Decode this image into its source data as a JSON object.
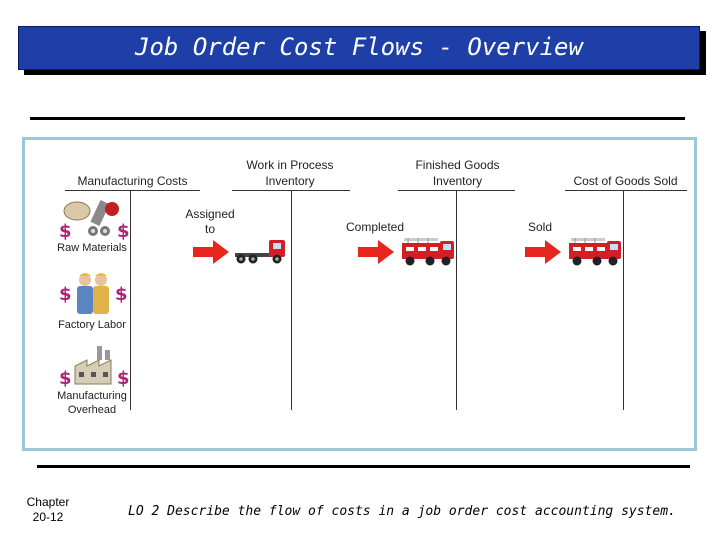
{
  "slide": {
    "title": "Job Order Cost Flows - Overview",
    "footer_chapter_line1": "Chapter",
    "footer_chapter_line2": "20-12",
    "footer_lo": "LO 2  Describe the flow of costs in a job order cost accounting system."
  },
  "diagram": {
    "accounts": [
      {
        "line1": "Manufacturing Costs",
        "line2": ""
      },
      {
        "line1": "Work in Process",
        "line2": "Inventory"
      },
      {
        "line1": "Finished Goods",
        "line2": "Inventory"
      },
      {
        "line1": "Cost of Goods Sold",
        "line2": ""
      }
    ],
    "flows": [
      {
        "line1": "Assigned",
        "line2": "to"
      },
      {
        "line1": "Completed",
        "line2": ""
      },
      {
        "line1": "Sold",
        "line2": ""
      }
    ],
    "cost_items": [
      {
        "line1": "Raw Materials",
        "line2": ""
      },
      {
        "line1": "Factory Labor",
        "line2": ""
      },
      {
        "line1": "Manufacturing",
        "line2": "Overhead"
      }
    ],
    "colors": {
      "title_bar": "#1f3fa8",
      "arrow": "#e8251c",
      "truck": "#d21f26",
      "dollar": "#b0217a",
      "panel_border": "#9cc7d8"
    }
  }
}
